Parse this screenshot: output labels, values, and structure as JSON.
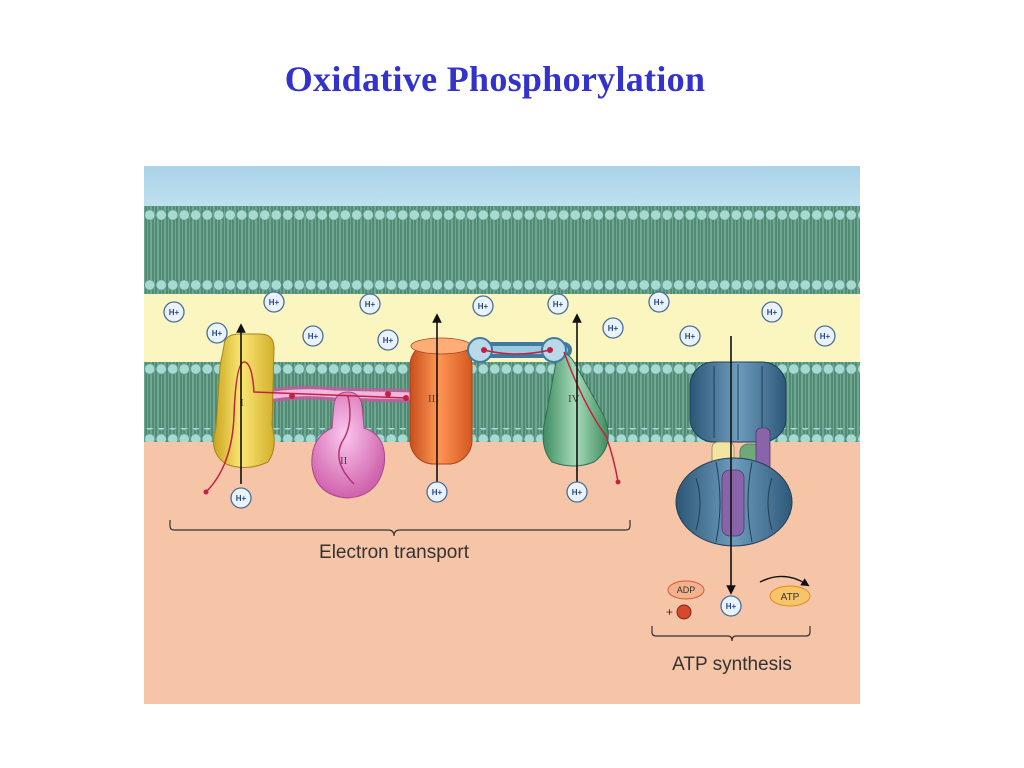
{
  "title": "Oxidative Phosphorylation",
  "proton_label": "H+",
  "complexes": {
    "c1": "I",
    "c2": "II",
    "c3": "III",
    "c4": "IV"
  },
  "molecules": {
    "adp": "ADP",
    "atp": "ATP",
    "pi": "+"
  },
  "labels": {
    "electron_transport": "Electron transport",
    "atp_synthesis": "ATP synthesis"
  },
  "colors": {
    "title": "#3333cc",
    "intermembrane_space": "#fbf5c0",
    "matrix": "#f6c5a8",
    "membrane": "#5d9a80",
    "head_groups": "#9fd2c9",
    "complex_i": "#f3d64d",
    "complex_ii": "#e789c8",
    "complex_iii": "#f07430",
    "complex_iv": "#6cb488",
    "atp_synthase": "#3d6f93"
  }
}
